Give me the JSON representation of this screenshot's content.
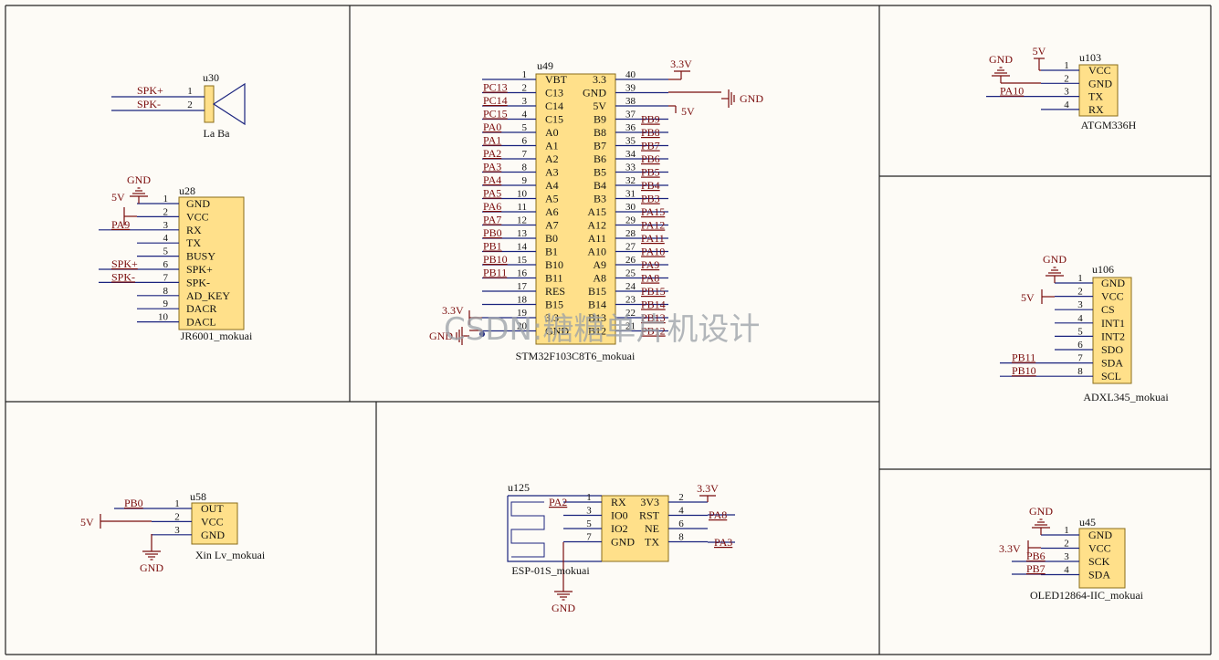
{
  "watermark": "CSDN:糖糖单片机设计",
  "colors": {
    "background": "#fdfbf6",
    "body": "#ffe08a",
    "wire": "#1a237e",
    "net": "#7a0c0c",
    "frame": "#222222"
  },
  "components": [
    {
      "id": "laba",
      "ref": "u30",
      "name": "La Ba",
      "kind": "speaker",
      "pins": [
        {
          "num": "1",
          "net": "SPK+"
        },
        {
          "num": "2",
          "net": "SPK-"
        }
      ]
    },
    {
      "id": "jr6001",
      "ref": "u28",
      "name": "JR6001_mokuai",
      "kind": "ic",
      "pins": [
        {
          "num": "1",
          "name": "GND",
          "net": "GND"
        },
        {
          "num": "2",
          "name": "VCC",
          "net": "5V"
        },
        {
          "num": "3",
          "name": "RX",
          "net": "PA9"
        },
        {
          "num": "4",
          "name": "TX",
          "net": ""
        },
        {
          "num": "5",
          "name": "BUSY",
          "net": ""
        },
        {
          "num": "6",
          "name": "SPK+",
          "net": "SPK+"
        },
        {
          "num": "7",
          "name": "SPK-",
          "net": "SPK-"
        },
        {
          "num": "8",
          "name": "AD_KEY",
          "net": ""
        },
        {
          "num": "9",
          "name": "DACR",
          "net": ""
        },
        {
          "num": "10",
          "name": "DACL",
          "net": ""
        }
      ]
    },
    {
      "id": "stm32",
      "ref": "u49",
      "name": "STM32F103C8T6_mokuai",
      "kind": "ic",
      "left": [
        {
          "num": "1",
          "name": "VBT",
          "net": ""
        },
        {
          "num": "2",
          "name": "C13",
          "net": "PC13"
        },
        {
          "num": "3",
          "name": "C14",
          "net": "PC14"
        },
        {
          "num": "4",
          "name": "C15",
          "net": "PC15"
        },
        {
          "num": "5",
          "name": "A0",
          "net": "PA0"
        },
        {
          "num": "6",
          "name": "A1",
          "net": "PA1"
        },
        {
          "num": "7",
          "name": "A2",
          "net": "PA2"
        },
        {
          "num": "8",
          "name": "A3",
          "net": "PA3"
        },
        {
          "num": "9",
          "name": "A4",
          "net": "PA4"
        },
        {
          "num": "10",
          "name": "A5",
          "net": "PA5"
        },
        {
          "num": "11",
          "name": "A6",
          "net": "PA6"
        },
        {
          "num": "12",
          "name": "A7",
          "net": "PA7"
        },
        {
          "num": "13",
          "name": "B0",
          "net": "PB0"
        },
        {
          "num": "14",
          "name": "B1",
          "net": "PB1"
        },
        {
          "num": "15",
          "name": "B10",
          "net": "PB10"
        },
        {
          "num": "16",
          "name": "B11",
          "net": "PB11"
        },
        {
          "num": "17",
          "name": "RES",
          "net": ""
        },
        {
          "num": "18",
          "name": "B15",
          "net": ""
        },
        {
          "num": "19",
          "name": "3.3",
          "net": "3.3V"
        },
        {
          "num": "20",
          "name": "GND",
          "net": "GND"
        }
      ],
      "right": [
        {
          "num": "40",
          "name": "3.3",
          "net": "3.3V"
        },
        {
          "num": "39",
          "name": "GND",
          "net": "GND"
        },
        {
          "num": "38",
          "name": "5V",
          "net": "5V"
        },
        {
          "num": "37",
          "name": "B9",
          "net": "PB9"
        },
        {
          "num": "36",
          "name": "B8",
          "net": "PB8"
        },
        {
          "num": "35",
          "name": "B7",
          "net": "PB7"
        },
        {
          "num": "34",
          "name": "B6",
          "net": "PB6"
        },
        {
          "num": "33",
          "name": "B5",
          "net": "PB5"
        },
        {
          "num": "32",
          "name": "B4",
          "net": "PB4"
        },
        {
          "num": "31",
          "name": "B3",
          "net": "PB3"
        },
        {
          "num": "30",
          "name": "A15",
          "net": "PA15"
        },
        {
          "num": "29",
          "name": "A12",
          "net": "PA12"
        },
        {
          "num": "28",
          "name": "A11",
          "net": "PA11"
        },
        {
          "num": "27",
          "name": "A10",
          "net": "PA10"
        },
        {
          "num": "26",
          "name": "A9",
          "net": "PA9"
        },
        {
          "num": "25",
          "name": "A8",
          "net": "PA8"
        },
        {
          "num": "24",
          "name": "B15",
          "net": "PB15"
        },
        {
          "num": "23",
          "name": "B14",
          "net": "PB14"
        },
        {
          "num": "22",
          "name": "B13",
          "net": "PB13"
        },
        {
          "num": "21",
          "name": "B12",
          "net": "PB12"
        }
      ]
    },
    {
      "id": "atgm",
      "ref": "u103",
      "name": "ATGM336H",
      "kind": "ic",
      "pins": [
        {
          "num": "1",
          "name": "VCC",
          "net": "5V"
        },
        {
          "num": "2",
          "name": "GND",
          "net": "GND"
        },
        {
          "num": "3",
          "name": "TX",
          "net": "PA10"
        },
        {
          "num": "4",
          "name": "RX",
          "net": ""
        }
      ]
    },
    {
      "id": "adxl",
      "ref": "u106",
      "name": "ADXL345_mokuai",
      "kind": "ic",
      "pins": [
        {
          "num": "1",
          "name": "GND",
          "net": "GND"
        },
        {
          "num": "2",
          "name": "VCC",
          "net": "5V"
        },
        {
          "num": "3",
          "name": "CS",
          "net": ""
        },
        {
          "num": "4",
          "name": "INT1",
          "net": ""
        },
        {
          "num": "5",
          "name": "INT2",
          "net": ""
        },
        {
          "num": "6",
          "name": "SDO",
          "net": ""
        },
        {
          "num": "7",
          "name": "SDA",
          "net": "PB11"
        },
        {
          "num": "8",
          "name": "SCL",
          "net": "PB10"
        }
      ]
    },
    {
      "id": "xinlv",
      "ref": "u58",
      "name": "Xin Lv_mokuai",
      "kind": "ic",
      "pins": [
        {
          "num": "1",
          "name": "OUT",
          "net": "PB0"
        },
        {
          "num": "2",
          "name": "VCC",
          "net": "5V"
        },
        {
          "num": "3",
          "name": "GND",
          "net": "GND"
        }
      ]
    },
    {
      "id": "esp",
      "ref": "u125",
      "name": "ESP-01S_mokuai",
      "kind": "ic",
      "left": [
        {
          "num": "1",
          "name": "RX",
          "net": "PA2"
        },
        {
          "num": "3",
          "name": "IO0",
          "net": ""
        },
        {
          "num": "5",
          "name": "IO2",
          "net": ""
        },
        {
          "num": "7",
          "name": "GND",
          "net": "GND"
        }
      ],
      "right": [
        {
          "num": "2",
          "name": "3V3",
          "net": "3.3V"
        },
        {
          "num": "4",
          "name": "RST",
          "net": "PA8"
        },
        {
          "num": "6",
          "name": "NE",
          "net": ""
        },
        {
          "num": "8",
          "name": "TX",
          "net": "PA3"
        }
      ]
    },
    {
      "id": "oled",
      "ref": "u45",
      "name": "OLED12864-IIC_mokuai",
      "kind": "ic",
      "pins": [
        {
          "num": "1",
          "name": "GND",
          "net": "GND"
        },
        {
          "num": "2",
          "name": "VCC",
          "net": "3.3V"
        },
        {
          "num": "3",
          "name": "SCK",
          "net": "PB6"
        },
        {
          "num": "4",
          "name": "SDA",
          "net": "PB7"
        }
      ]
    }
  ]
}
